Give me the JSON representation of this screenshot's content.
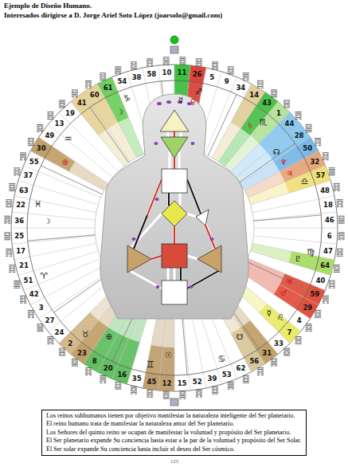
{
  "diagram": {
    "title": "Ejemplo de Diseño Humano.",
    "nodes": [
      {
        "text": [
          "Los reinos subhumanos tienen por objetivo manifestar la naturaleza inteligente del Ser planetario.",
          "El reino humano trata de manifestar la naturaleza amor del Ser planetario.",
          "Los Señores del quinto reino se ocupan de manifestar la voluntad y propósito del Ser planetario.",
          "El Ser planetario expande Su conciencia hasta estar a la par de la voluntad y propósito del Ser Solar.",
          "El Ser solar expande Su conciencia hasta incluir el deseo del Ser cósmico."
        ]
      }
    ],
    "labels": [
      "Interesados dirigirse a D. Jorge Ariel Soto López (joarsolo@gmail.com)",
      "60",
      "61",
      "54",
      "38",
      "58",
      "10",
      "11",
      "26",
      "5",
      "9",
      "34",
      "14",
      "43",
      "1",
      "44",
      "28",
      "50",
      "32",
      "57",
      "48",
      "18",
      "46",
      "6",
      "47",
      "64",
      "40",
      "59",
      "29",
      "4",
      "7",
      "33",
      "31",
      "56",
      "62",
      "53",
      "39",
      "52",
      "15",
      "12",
      "45",
      "35",
      "16",
      "20",
      "8",
      "23",
      "2",
      "24",
      "27",
      "3",
      "42",
      "51",
      "21",
      "17",
      "25",
      "36",
      "22",
      "63",
      "37",
      "55",
      "30",
      "49",
      "13",
      "19",
      "41",
      "♑",
      "♐",
      "♏",
      "♎",
      "♍",
      "♌",
      "♋",
      "♊",
      "♉",
      "♈",
      "♓",
      "♒",
      "☽",
      "☿",
      "♀",
      "♄",
      "☊",
      "♆",
      "♃",
      "♇",
      "♅",
      "♂",
      "☿",
      "☋",
      "☉",
      "⊕",
      "⊕",
      "☽",
      "125"
    ]
  }
}
